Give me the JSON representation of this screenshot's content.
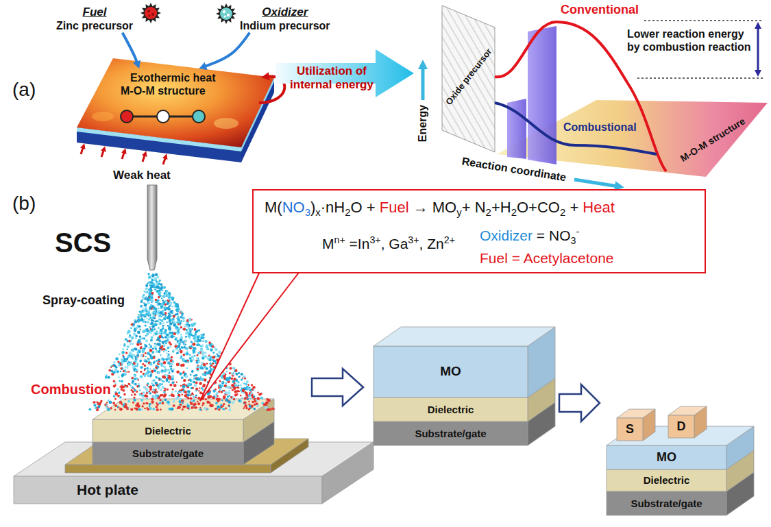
{
  "diagram": {
    "nodes": [
      {
        "text": [
          "Fuel",
          "Zinc precursor"
        ]
      },
      {
        "text": [
          "Oxidizer",
          "Indium precursor"
        ]
      },
      {
        "text": [
          "Exothermic heat",
          "M-O-M structure"
        ]
      },
      {
        "text": [
          "M(NO3)x·nH2O + Fuel → MOy+ N2+H2O+CO2 + Heat",
          "Mn+ =In3+, Ga3+, Zn2+",
          "Oxidizer = NO3-",
          "Fuel = Acetylacetone"
        ]
      },
      {
        "text": [
          "Dielectric"
        ]
      },
      {
        "text": [
          "Substrate/gate"
        ]
      },
      {
        "text": [
          "Hot plate"
        ]
      },
      {
        "text": [
          "MO"
        ]
      },
      {
        "text": [
          "Dielectric"
        ]
      },
      {
        "text": [
          "Substrate/gate"
        ]
      },
      {
        "text": [
          "S"
        ]
      },
      {
        "text": [
          "D"
        ]
      },
      {
        "text": [
          "MO"
        ]
      },
      {
        "text": [
          "Dielectric"
        ]
      },
      {
        "text": [
          "Substrate/gate"
        ]
      }
    ],
    "edges": [
      {
        "from": 0,
        "to": 2,
        "arrow": "to"
      },
      {
        "from": 1,
        "to": 2,
        "arrow": "to"
      }
    ],
    "labels": [
      "(a)",
      "Utilization of internal energy",
      "Weak heat",
      "Energy",
      "Reaction coordinate",
      "Oxide precursor",
      "Conventional",
      "Combustional",
      "Lower reaction energy by combustion reaction",
      "M-O-M structure",
      "(b)",
      "SCS",
      "Spray-coating",
      "Combustion"
    ]
  }
}
